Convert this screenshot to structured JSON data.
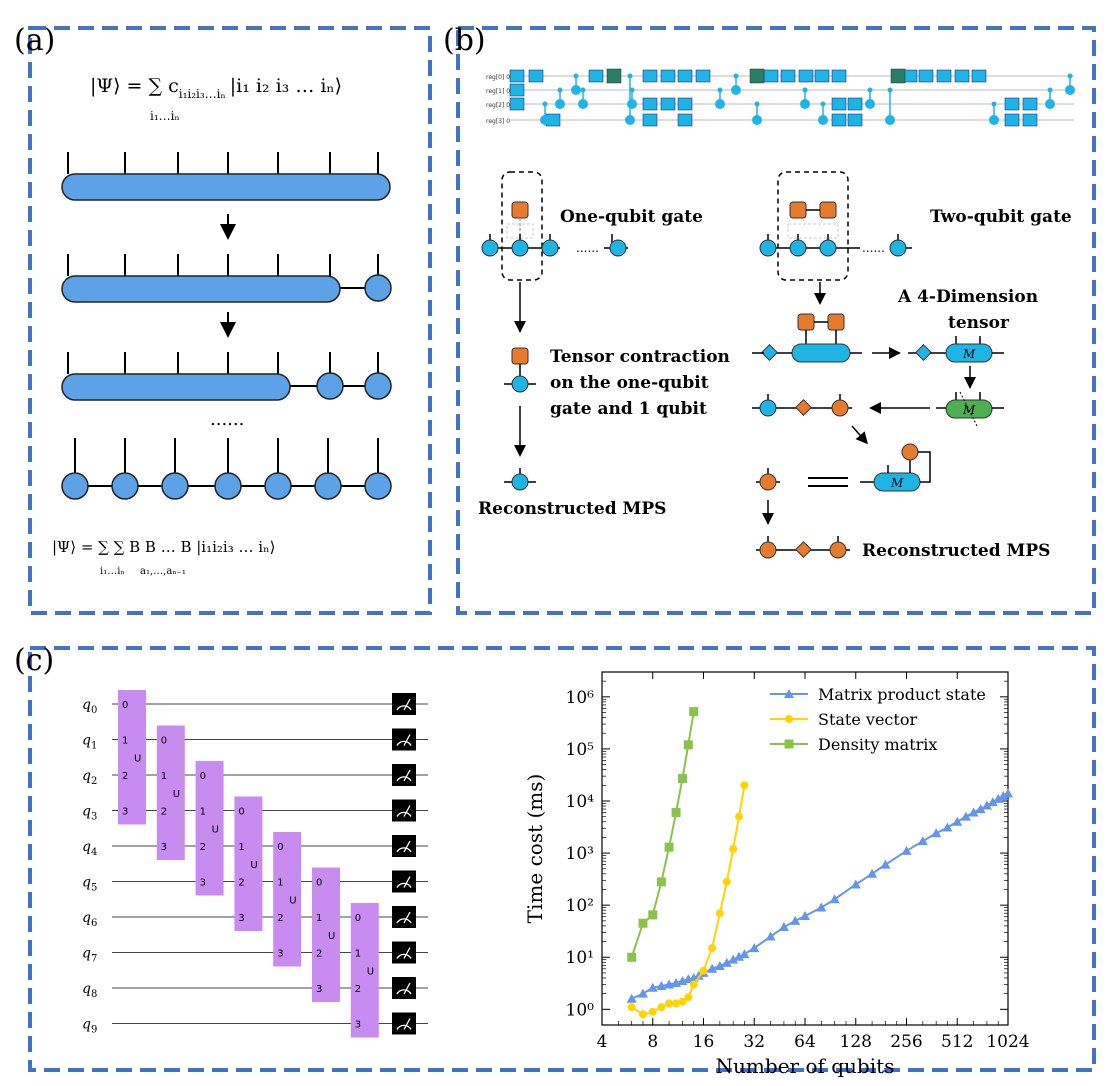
{
  "panels": {
    "a": {
      "label": "(a)",
      "psi_top": "|Ψ⟩ = ∑ c",
      "psi_top_sub": "i₁i₂i₃…iₙ",
      "psi_top_ket": "|i₁ i₂ i₃ … iₙ⟩",
      "psi_top_sum_sub": "i₁…iₙ",
      "dots": "......",
      "psi_bottom": "|Ψ⟩ = ∑ ∑ B B … B |i₁i₂i₃ … iₙ⟩",
      "psi_bottom_sum1": "i₁…iₙ",
      "psi_bottom_sum2": "a₁,…,aₙ₋₁"
    },
    "b": {
      "label": "(b)",
      "one_qubit_gate": "One-qubit gate",
      "two_qubit_gate": "Two-qubit gate",
      "dots_left": "......",
      "dots_right": "......",
      "contraction": [
        "Tensor contraction",
        "on the one-qubit",
        "gate and 1 qubit"
      ],
      "four_dim": [
        "A 4-Dimension",
        "tensor"
      ],
      "reconstructed_left": "Reconstructed MPS",
      "reconstructed_right": "Reconstructed MPS",
      "m_label": "M",
      "qubit_labels": [
        "reg[0] 0",
        "reg[1] 0",
        "reg[2] 0",
        "reg[3] 0"
      ]
    },
    "c": {
      "label": "(c)",
      "qubits": [
        "q0",
        "q1",
        "q2",
        "q3",
        "q4",
        "q5",
        "q6",
        "q7",
        "q8",
        "q9"
      ],
      "u_gate": "U",
      "u_ports": [
        "0",
        "1",
        "2",
        "3"
      ]
    }
  },
  "colors": {
    "frame": "#4472C4",
    "tensor_blue": "#5BA3E6",
    "node_orange": "#E87A2B",
    "gate_purple": "#C88BF0",
    "mps_line": "#6495ED",
    "sv_line": "#FFD400",
    "dm_line": "#8BC34A",
    "circuit_cyan": "#1EB4E6"
  },
  "chart_data": {
    "type": "line",
    "xlabel": "Number of qubits",
    "ylabel": "Time cost (ms)",
    "x_scale": "log2",
    "y_scale": "log10",
    "xlim": [
      4,
      1024
    ],
    "ylim": [
      0.5,
      3000000
    ],
    "x_ticks": [
      4,
      8,
      16,
      32,
      64,
      128,
      256,
      512,
      1024
    ],
    "x_tick_labels": [
      "4",
      "8",
      "16",
      "32",
      "64",
      "128",
      "256",
      "512",
      "1024"
    ],
    "y_ticks": [
      1,
      10,
      100,
      1000,
      10000,
      100000,
      1000000
    ],
    "y_tick_labels": [
      "10⁰",
      "10¹",
      "10²",
      "10³",
      "10⁴",
      "10⁵",
      "10⁶"
    ],
    "legend_position": "top-right",
    "series": [
      {
        "name": "Matrix product state",
        "color": "#6495ED",
        "marker": "triangle",
        "x": [
          6,
          7,
          8,
          9,
          10,
          11,
          12,
          13,
          14,
          15,
          16,
          18,
          20,
          22,
          24,
          26,
          28,
          32,
          40,
          48,
          56,
          64,
          80,
          96,
          128,
          160,
          192,
          256,
          320,
          384,
          448,
          512,
          576,
          640,
          704,
          768,
          832,
          896,
          960,
          1024
        ],
        "y": [
          1.6,
          2.0,
          2.6,
          2.8,
          3.0,
          3.2,
          3.5,
          3.8,
          4.0,
          4.4,
          5.0,
          6.0,
          6.8,
          7.8,
          9.0,
          10.2,
          11.5,
          15,
          25,
          38,
          50,
          62,
          90,
          130,
          250,
          400,
          600,
          1100,
          1700,
          2400,
          3100,
          4000,
          5000,
          6000,
          7000,
          8200,
          9500,
          11000,
          12500,
          14000
        ]
      },
      {
        "name": "State vector",
        "color": "#FFD400",
        "marker": "circle",
        "x": [
          6,
          7,
          8,
          9,
          10,
          11,
          12,
          13,
          14,
          16,
          18,
          20,
          22,
          24,
          26,
          28
        ],
        "y": [
          1.1,
          0.8,
          0.9,
          1.1,
          1.3,
          1.3,
          1.4,
          1.7,
          3.0,
          5.5,
          15,
          70,
          280,
          1200,
          5000,
          20000
        ]
      },
      {
        "name": "Density matrix",
        "color": "#8BC34A",
        "marker": "square",
        "x": [
          6,
          7,
          8,
          9,
          10,
          11,
          12,
          13,
          14
        ],
        "y": [
          10,
          45,
          65,
          280,
          1300,
          6000,
          27000,
          120000,
          520000
        ]
      }
    ]
  }
}
